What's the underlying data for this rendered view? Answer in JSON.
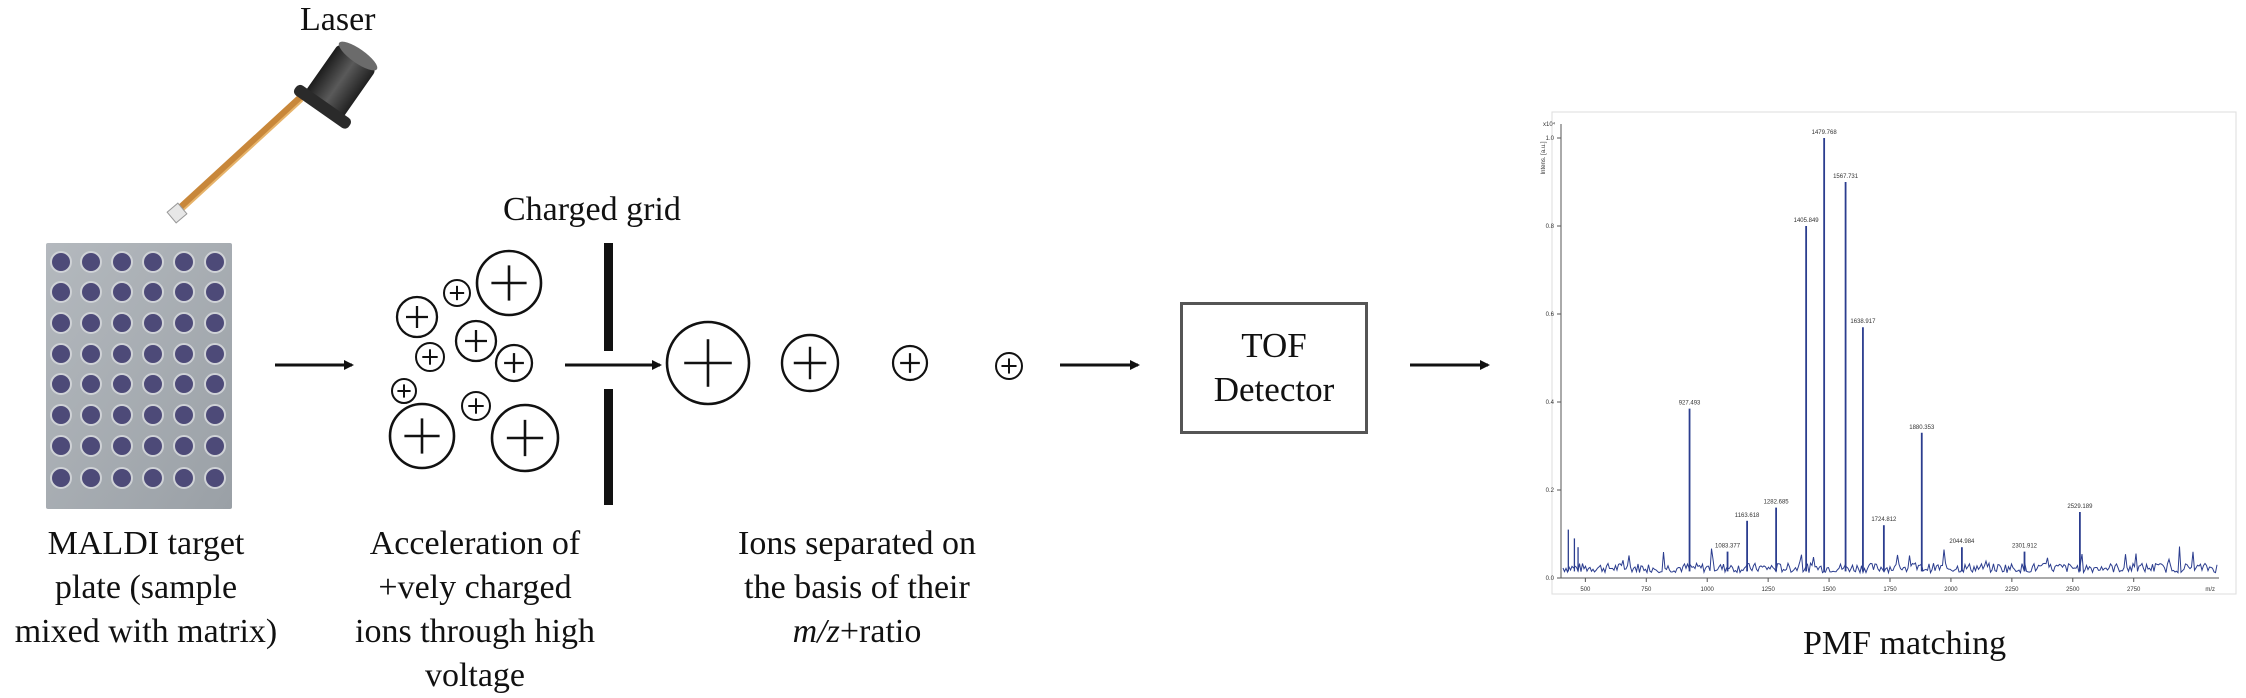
{
  "labels": {
    "laser": "Laser",
    "charged_grid": "Charged grid",
    "tof_line1": "TOF",
    "tof_line2": "Detector",
    "pmf": "PMF matching",
    "maldi": [
      "MALDI target",
      "plate (sample",
      "mixed with matrix)"
    ],
    "acceleration": [
      "Acceleration of",
      "+vely charged",
      "ions through high",
      "voltage"
    ],
    "ions_sep_line1": "Ions separated on",
    "ions_sep_line2": "the basis of their",
    "ions_sep_mz": "m/z",
    "ions_sep_ratio": "+ratio"
  },
  "spectrum": {
    "y_unit": "Intens. [a.u.]",
    "y_exponent": "x10⁴",
    "x_unit": "m/z",
    "y_ticks": [
      "1.0",
      "0.8",
      "0.6",
      "0.4",
      "0.2",
      "0.0"
    ],
    "x_ticks": [
      "500",
      "750",
      "1000",
      "1250",
      "1500",
      "1750",
      "2000",
      "2250",
      "2500",
      "2750"
    ],
    "peaks": [
      {
        "mz": 927.493,
        "rel": 0.385,
        "label": "927.493"
      },
      {
        "mz": 1083.377,
        "rel": 0.06,
        "label": "1083.377"
      },
      {
        "mz": 1163.618,
        "rel": 0.13,
        "label": "1163.618"
      },
      {
        "mz": 1282.685,
        "rel": 0.16,
        "label": "1282.685"
      },
      {
        "mz": 1405.849,
        "rel": 0.8,
        "label": "1405.849"
      },
      {
        "mz": 1479.768,
        "rel": 1.0,
        "label": "1479.768"
      },
      {
        "mz": 1567.731,
        "rel": 0.9,
        "label": "1567.731"
      },
      {
        "mz": 1638.917,
        "rel": 0.57,
        "label": "1638.917"
      },
      {
        "mz": 1724.812,
        "rel": 0.12,
        "label": "1724.812"
      },
      {
        "mz": 1880.353,
        "rel": 0.33,
        "label": "1880.353"
      },
      {
        "mz": 2044.984,
        "rel": 0.07,
        "label": "2044.984"
      },
      {
        "mz": 2301.912,
        "rel": 0.06,
        "label": "2301.912"
      },
      {
        "mz": 2529.189,
        "rel": 0.15,
        "label": "2529.189"
      }
    ],
    "colors": {
      "trace": "#2b3d8f",
      "axis": "#555555",
      "text": "#333333"
    }
  },
  "colors": {
    "arrow": "#111111",
    "grid_bar": "#111111",
    "plate_bg": "#a9aeb3",
    "plate_well": "#4d4a78",
    "laser_body": "#3a3a3a",
    "laser_beam": "#c8873a"
  }
}
